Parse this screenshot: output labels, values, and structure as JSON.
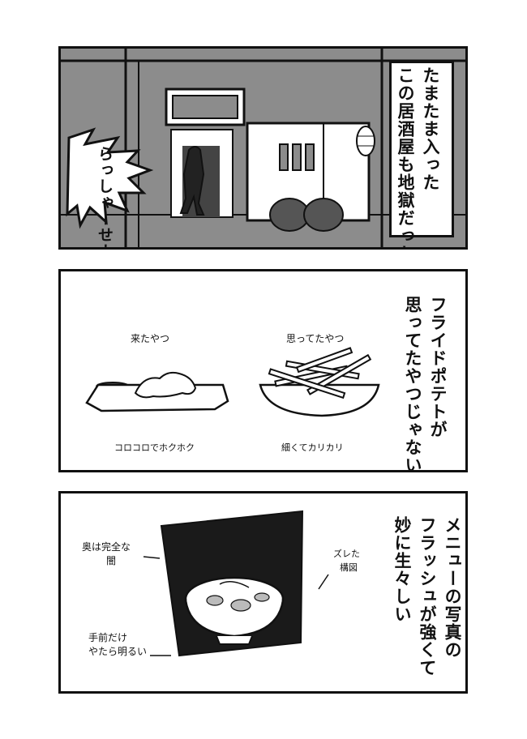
{
  "panel1": {
    "caption_lines": [
      "たまたま入った",
      "この居酒屋も地獄だった"
    ],
    "shout": "らっしゃーせー"
  },
  "panel2": {
    "caption": "フライドポテトが思ってたやつじゃない",
    "caption_lines": [
      "フライドポテトが",
      "思ってたやつじゃない"
    ],
    "label_actual": "来たやつ",
    "label_expected": "思ってたやつ",
    "desc_actual": "コロコロでホクホク",
    "desc_expected": "細くてカリカリ"
  },
  "panel3": {
    "caption_lines": [
      "メニューの写真の",
      "フラッシュが強くて",
      "妙に生々しい"
    ],
    "note_back_line1": "奥は完全な",
    "note_back_line2": "闇",
    "note_composition_line1": "ズレた",
    "note_composition_line2": "構図",
    "note_front_line1": "手前だけ",
    "note_front_line2": "やたら明るい"
  }
}
